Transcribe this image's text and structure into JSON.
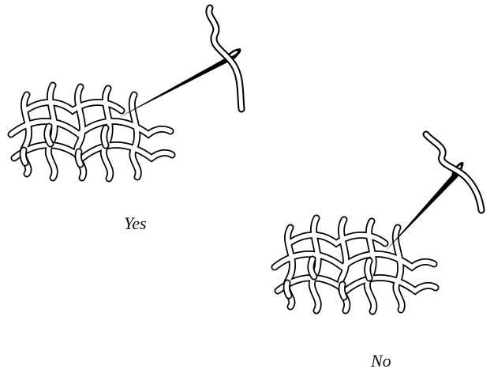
{
  "captions": {
    "correct": "Yes",
    "incorrect": "No"
  },
  "colors": {
    "line": "#000000",
    "background": "#ffffff"
  },
  "figures": [
    {
      "name": "correct-stitch",
      "icon": "needle-through-fabric-icon"
    },
    {
      "name": "incorrect-stitch",
      "icon": "needle-through-fabric-icon"
    }
  ]
}
